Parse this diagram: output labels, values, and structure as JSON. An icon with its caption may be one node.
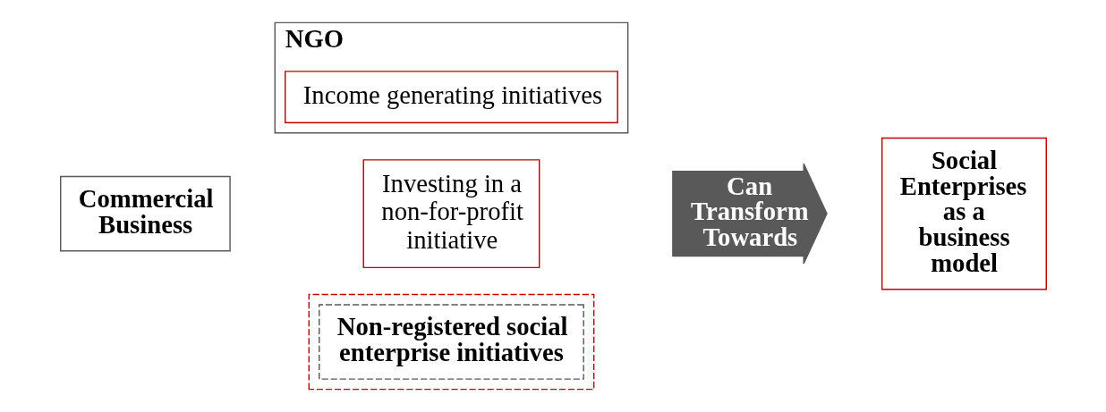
{
  "diagram": {
    "nodes": [
      {
        "text": [
          "NGO"
        ]
      },
      {
        "text": [
          "Income generating initiatives"
        ],
        "in": 0
      },
      {
        "text": [
          "Commercial Business"
        ]
      },
      {
        "text": [
          "Investing in a non-for-profit initiative"
        ]
      },
      {
        "text": [],
        "shape": "box"
      },
      {
        "text": [
          "Non-registered social enterprise initiatives"
        ],
        "in": 4
      },
      {
        "text": [
          "Can Transform Towards"
        ]
      },
      {
        "text": [
          "Social Enterprises",
          "as a business model"
        ]
      }
    ],
    "edges": []
  }
}
